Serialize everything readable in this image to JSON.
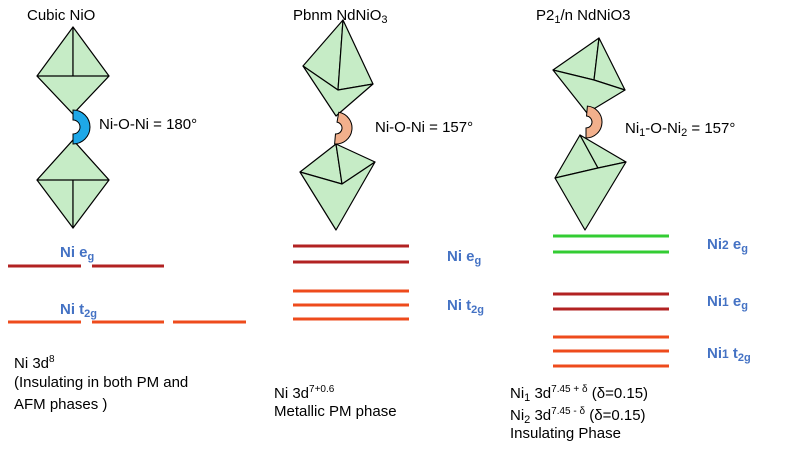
{
  "colors": {
    "octahedron_fill": "#c6ecc6",
    "octahedron_stroke": "#000000",
    "angle_cubic": "#1ea8e8",
    "angle_distorted": "#f2b08c",
    "level_dark_red": "#b22222",
    "level_orange_red": "#ee4b1c",
    "level_green": "#33cc33",
    "label_blue": "#4472c4"
  },
  "panels": [
    {
      "title_main": "Cubic NiO",
      "angle_main": "Ni-O-Ni = 180°",
      "eg_text": "Ni e",
      "eg_sub": "g",
      "t2g_text": "Ni t",
      "t2g_sub": "2g",
      "config_main": "Ni 3d",
      "config_sup": "8",
      "note_line1": "(Insulating in both PM and",
      "note_line2": "AFM phases )"
    },
    {
      "title_main": "Pbnm NdNiO",
      "title_sub": "3",
      "angle_main": "Ni-O-Ni = 157°",
      "eg_text": "Ni e",
      "eg_sub": "g",
      "t2g_text": "Ni t",
      "t2g_sub": "2g",
      "config_main": "Ni 3d",
      "config_sup": "7+0.6",
      "note_line1": "Metallic PM phase"
    },
    {
      "title_pre": "P2",
      "title_sub": "1",
      "title_post": "/n NdNiO3",
      "angle_a": "Ni",
      "angle_sub1": "1",
      "angle_b": "-O-Ni",
      "angle_sub2": "2",
      "angle_c": " = 157°",
      "ni2_eg_text": "Ni",
      "ni2_eg_mid": "2",
      "ni2_eg_e": " e",
      "ni2_eg_sub": "g",
      "ni1_eg_text": "Ni",
      "ni1_eg_mid": "1",
      "ni1_eg_e": " e",
      "ni1_eg_sub": "g",
      "ni1_t2g_text": "Ni",
      "ni1_t2g_mid": "1",
      "ni1_t2g_e": " t",
      "ni1_t2g_sub": "2g",
      "cfg1_a": "Ni",
      "cfg1_sub": "1",
      "cfg1_b": " 3d",
      "cfg1_sup": "7.45 + δ",
      "cfg1_c": "  (δ=0.15)",
      "cfg2_a": "Ni",
      "cfg2_sub": "2",
      "cfg2_b": " 3d",
      "cfg2_sup": "7.45 - δ",
      "cfg2_c": "  (δ=0.15)",
      "note_line1": "Insulating Phase"
    }
  ]
}
